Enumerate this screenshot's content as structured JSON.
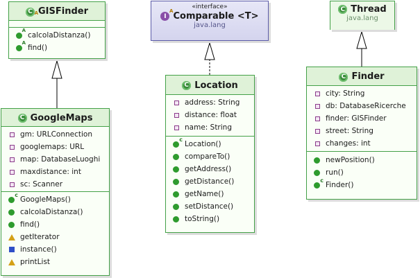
{
  "classes": {
    "gisfinder": {
      "name": "GISFinder",
      "icon": "class-icon",
      "methods": [
        "calcolaDistanza()",
        "find()"
      ]
    },
    "comparable": {
      "stereotype": "«interface»",
      "name": "Comparable <T>",
      "package": "java.lang",
      "icon": "interface-icon"
    },
    "thread": {
      "name": "Thread",
      "package": "java.lang",
      "icon": "class-icon"
    },
    "googlemaps": {
      "name": "GoogleMaps",
      "fields": [
        "gm: URLConnection",
        "googlemaps: URL",
        "map: DatabaseLuoghi",
        "maxdistance: int",
        "sc: Scanner"
      ],
      "methods": [
        "GoogleMaps()",
        "calcolaDistanza()",
        "find()",
        "getIterator",
        "instance()",
        "printList"
      ]
    },
    "location": {
      "name": "Location",
      "fields": [
        "address: String",
        "distance: float",
        "name: String"
      ],
      "methods": [
        "Location()",
        "compareTo()",
        "getAddress()",
        "getDistance()",
        "getName()",
        "setDistance()",
        "toString()"
      ]
    },
    "finder": {
      "name": "Finder",
      "fields": [
        "city: String",
        "db: DatabaseRicerche",
        "finder: GISFinder",
        "street: String",
        "changes: int"
      ],
      "methods": [
        "newPosition()",
        "run()",
        "Finder()"
      ]
    }
  },
  "colors": {
    "class_border": "#43a047",
    "class_header": "#dff2d8",
    "interface_border": "#5b5ba8"
  }
}
